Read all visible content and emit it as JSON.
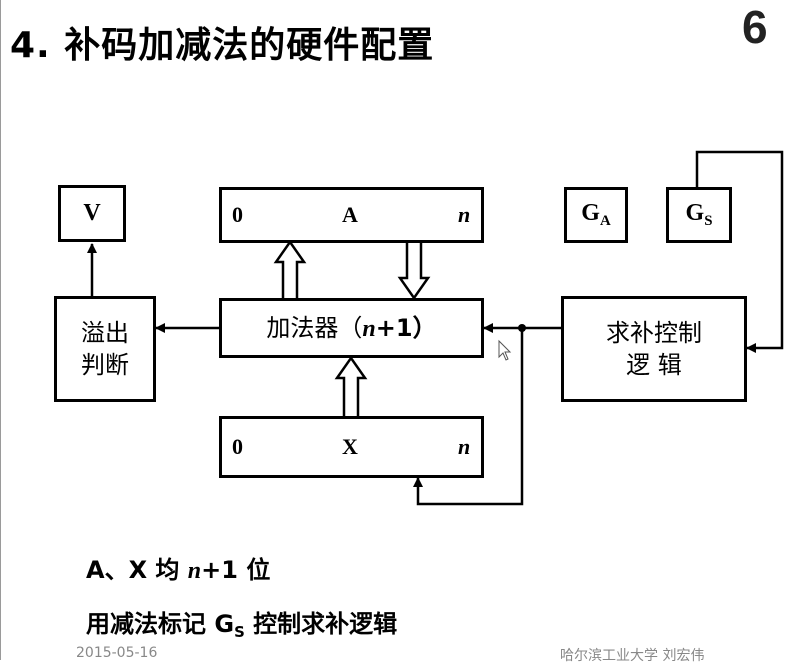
{
  "title": "4. 补码加减法的硬件配置",
  "page_number": "6",
  "registers": {
    "A": {
      "left": "0",
      "name": "A",
      "right": "n"
    },
    "X": {
      "left": "0",
      "name": "X",
      "right": "n"
    }
  },
  "boxes": {
    "V": "V",
    "GA": {
      "base": "G",
      "sub": "A"
    },
    "GS": {
      "base": "G",
      "sub": "S"
    },
    "overflow": {
      "line1": "溢出",
      "line2": "判断"
    },
    "adder": {
      "prefix": "加法器（",
      "n": "n",
      "suffix": "+1）"
    },
    "complement": {
      "line1": "求补控制",
      "line2": "逻 辑"
    }
  },
  "notes": {
    "line1": {
      "a": "A、X 均 ",
      "n": "n",
      "b": "+1 位"
    },
    "line2": {
      "a": "用减法标记 G",
      "sub": "S",
      "b": " 控制求补逻辑"
    }
  },
  "footer": {
    "date": "2015-05-16",
    "author": "哈尔滨工业大学  刘宏伟"
  }
}
